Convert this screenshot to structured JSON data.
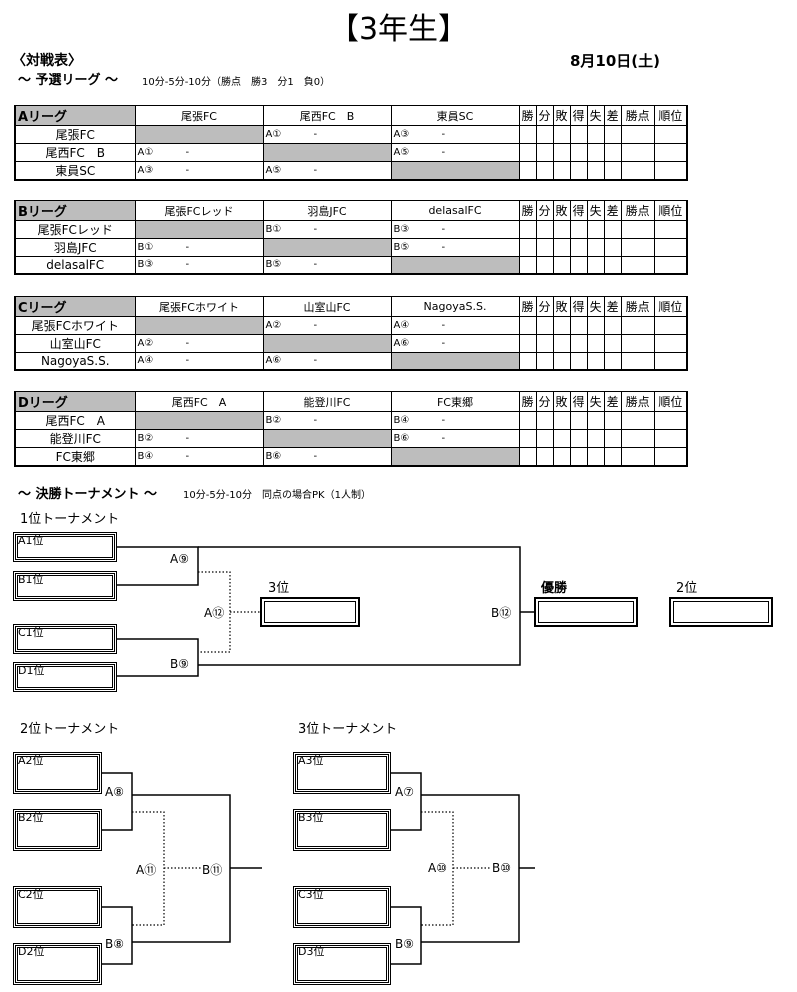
{
  "title": "【3年生】",
  "section": "〈対戦表〉",
  "date": "8月10日(土)",
  "prelim": {
    "heading": "～ 予選リーグ ～",
    "rules": "10分-5分-10分（勝点　勝3　分1　負0）"
  },
  "stat_headers": [
    "勝",
    "分",
    "敗",
    "得",
    "失",
    "差",
    "勝点",
    "順位"
  ],
  "leagues": [
    {
      "name": "Aリーグ",
      "teams": [
        "尾張FC",
        "尾西FC　B",
        "東員SC"
      ],
      "cells": [
        [
          null,
          "A①",
          "A③"
        ],
        [
          "A①",
          null,
          "A⑤"
        ],
        [
          "A③",
          "A⑤",
          null
        ]
      ]
    },
    {
      "name": "Bリーグ",
      "teams": [
        "尾張FCレッド",
        "羽島JFC",
        "delasalFC"
      ],
      "cells": [
        [
          null,
          "B①",
          "B③"
        ],
        [
          "B①",
          null,
          "B⑤"
        ],
        [
          "B③",
          "B⑤",
          null
        ]
      ]
    },
    {
      "name": "Cリーグ",
      "teams": [
        "尾張FCホワイト",
        "山室山FC",
        "NagoyaS.S."
      ],
      "cells": [
        [
          null,
          "A②",
          "A④"
        ],
        [
          "A②",
          null,
          "A⑥"
        ],
        [
          "A④",
          "A⑥",
          null
        ]
      ]
    },
    {
      "name": "Dリーグ",
      "teams": [
        "尾西FC　A",
        "能登川FC",
        "FC東郷"
      ],
      "cells": [
        [
          null,
          "B②",
          "B④"
        ],
        [
          "B②",
          null,
          "B⑥"
        ],
        [
          "B④",
          "B⑥",
          null
        ]
      ]
    }
  ],
  "dash": "-",
  "final": {
    "heading": "～ 決勝トーナメント ～",
    "rules": "10分-5分-10分　同点の場合PK（1人制）"
  },
  "t1": {
    "label": "1位トーナメント",
    "slots": [
      "A1位",
      "B1位",
      "C1位",
      "D1位"
    ],
    "matches": {
      "top": "A⑨",
      "bottom": "B⑨",
      "semi": "A⑫",
      "final": "B⑫"
    },
    "third": "3位",
    "winner": "優勝",
    "second": "2位"
  },
  "t2": {
    "label": "2位トーナメント",
    "slots": [
      "A2位",
      "B2位",
      "C2位",
      "D2位"
    ],
    "matches": {
      "top": "A⑧",
      "bottom": "B⑧",
      "semi": "A⑪",
      "final": "B⑪"
    }
  },
  "t3": {
    "label": "3位トーナメント",
    "slots": [
      "A3位",
      "B3位",
      "C3位",
      "D3位"
    ],
    "matches": {
      "top": "A⑦",
      "bottom": "B⑨",
      "semi": "A⑩",
      "final": "B⑩"
    }
  }
}
